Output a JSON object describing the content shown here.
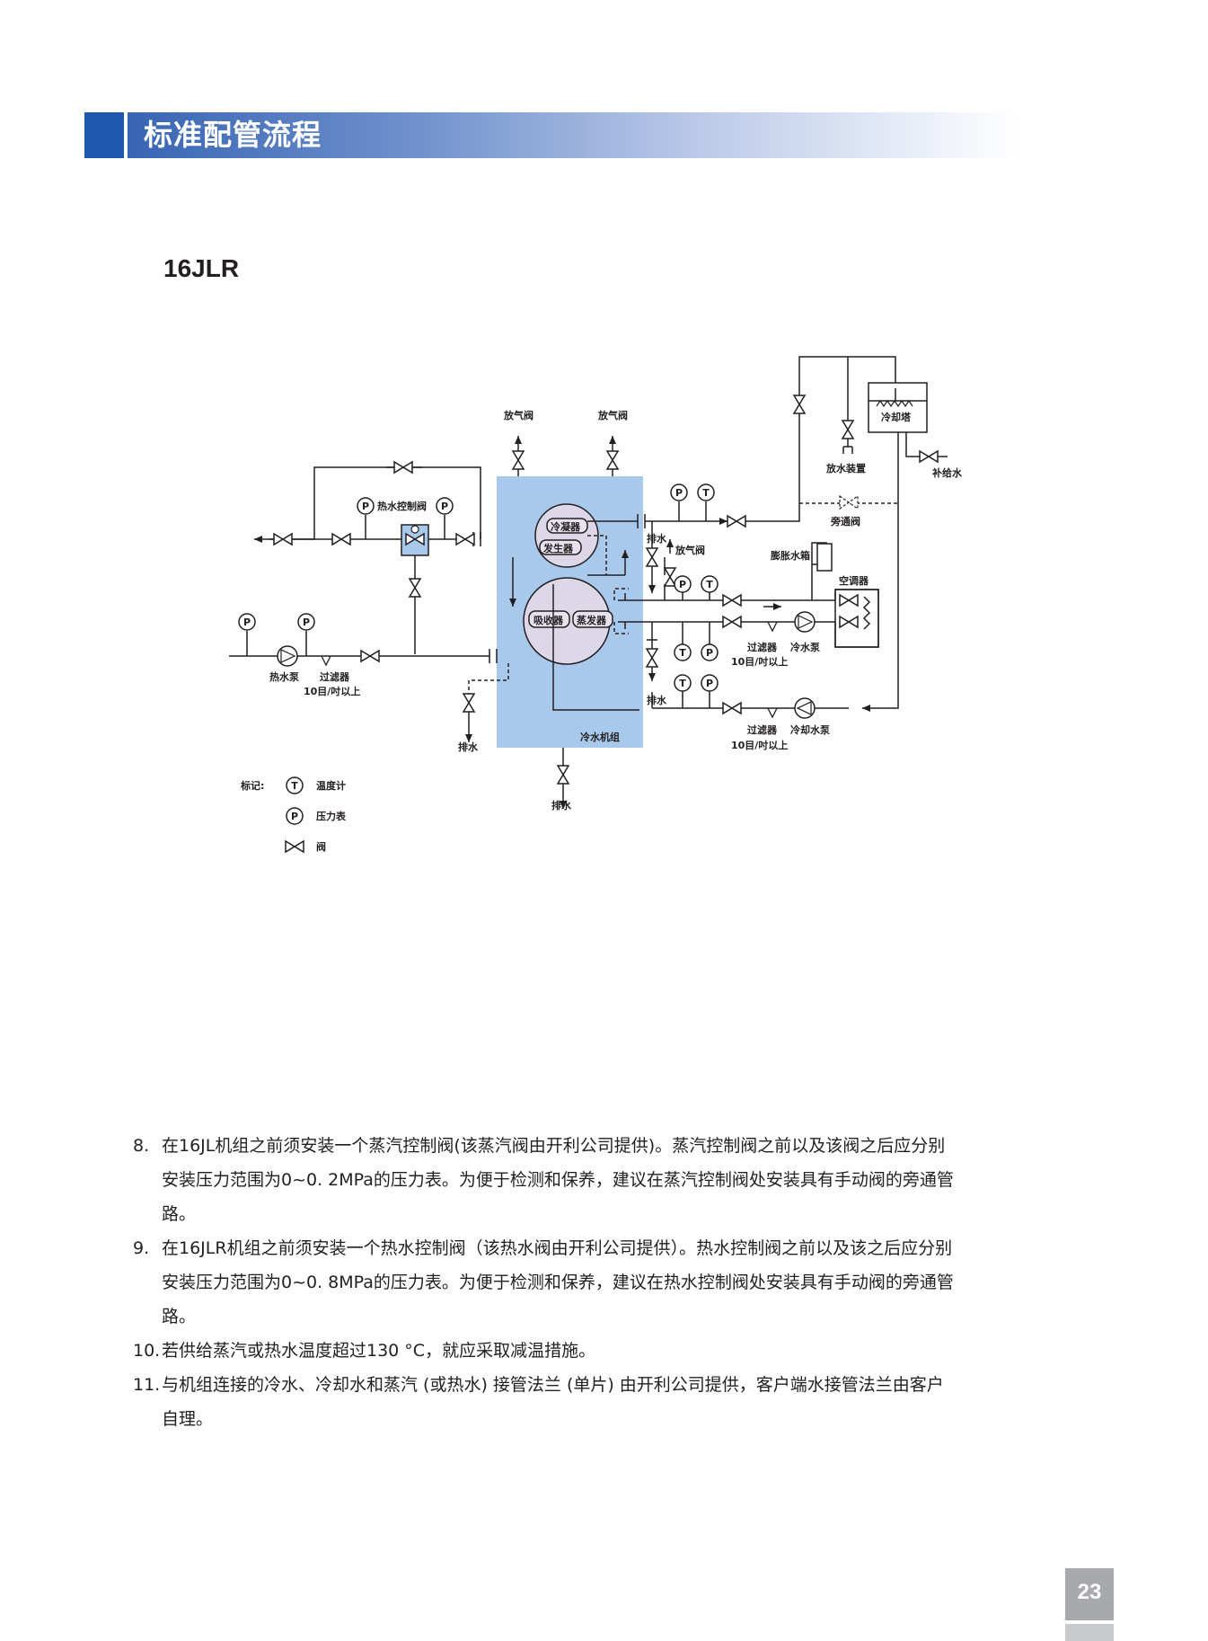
{
  "header": {
    "title": "标准配管流程"
  },
  "model": "16JLR",
  "diagram": {
    "chiller": "冷水机组",
    "condenser": "冷凝器",
    "generator": "发生器",
    "absorber": "吸收器",
    "evaporator": "蒸发器",
    "air_vent": "放气阀",
    "drain": "排水",
    "hot_water_control_valve": "热水控制阀",
    "hot_water_pump": "热水泵",
    "filter": "过滤器",
    "mesh": "10目/吋以上",
    "cooling_tower": "冷却塔",
    "drain_device": "放水装置",
    "makeup_water": "补给水",
    "bypass_valve": "旁通阀",
    "expansion_tank": "膨胀水箱",
    "air_conditioner": "空调器",
    "chilled_water_pump": "冷水泵",
    "cooling_water_pump": "冷却水泵",
    "p_symbol": "P",
    "t_symbol": "T"
  },
  "legend": {
    "title": "标记:",
    "thermometer": "温度计",
    "pressure_gauge": "压力表",
    "valve": "阀"
  },
  "notes": [
    {
      "num": "8.",
      "text": "在16JL机组之前须安装一个蒸汽控制阀(该蒸汽阀由开利公司提供)。蒸汽控制阀之前以及该阀之后应分别安装压力范围为0~0. 2MPa的压力表。为便于检测和保养，建议在蒸汽控制阀处安装具有手动阀的旁通管路。"
    },
    {
      "num": "9.",
      "text": "在16JLR机组之前须安装一个热水控制阀（该热水阀由开利公司提供）。热水控制阀之前以及该之后应分别安装压力范围为0~0. 8MPa的压力表。为便于检测和保养，建议在热水控制阀处安装具有手动阀的旁通管路。"
    },
    {
      "num": "10.",
      "text": "若供给蒸汽或热水温度超过130 °C，就应采取减温措施。"
    },
    {
      "num": "11.",
      "text": "与机组连接的冷水、冷却水和蒸汽 (或热水) 接管法兰 (单片) 由开利公司提供，客户端水接管法兰由客户自理。"
    }
  ],
  "page_number": "23",
  "colors": {
    "header_blue": "#1d57ae",
    "chiller_fill": "#a9c9ec",
    "shell_fill": "#ddd8e8"
  }
}
